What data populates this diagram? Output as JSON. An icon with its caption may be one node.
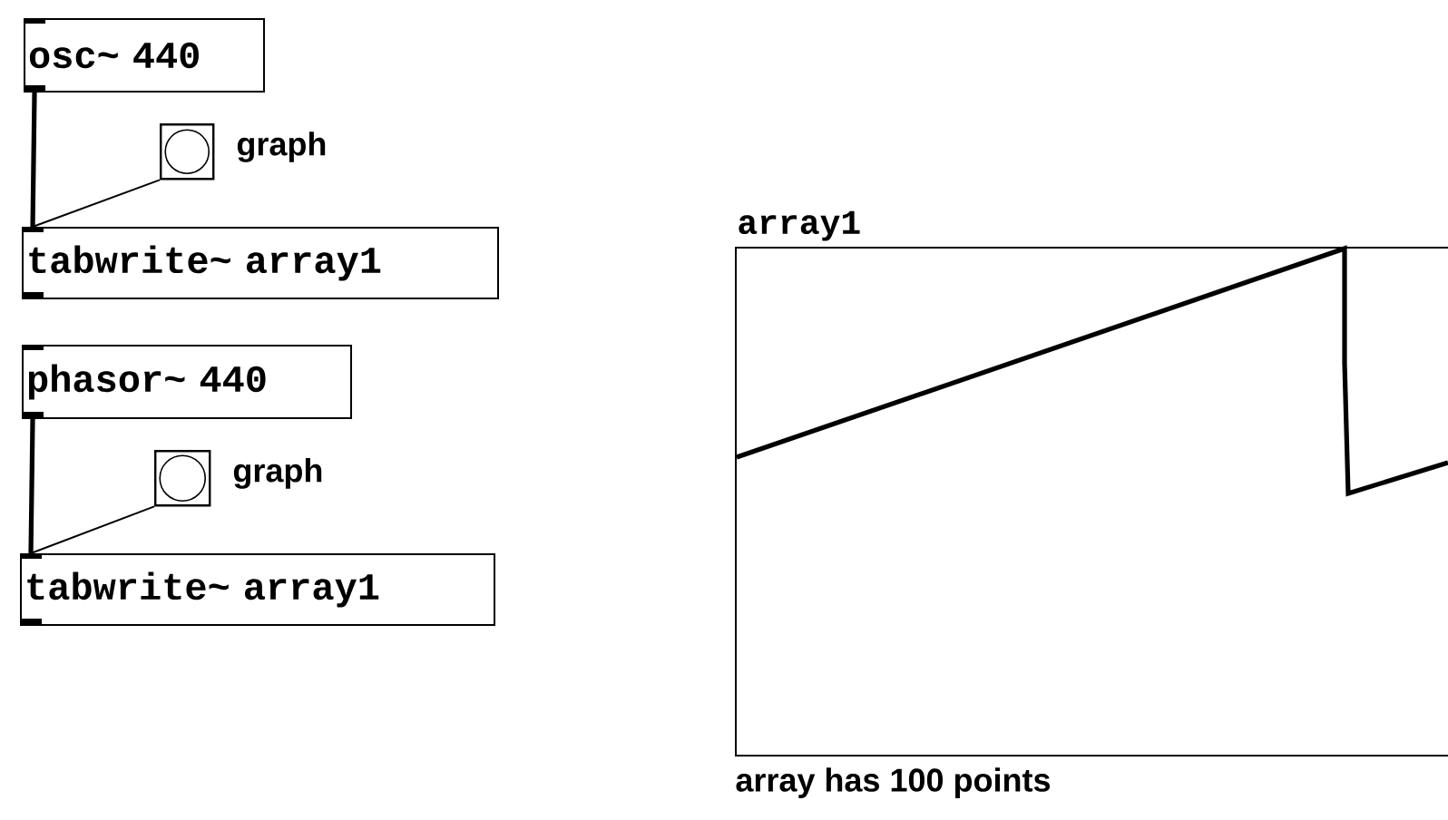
{
  "diagram": {
    "nodes": [
      {
        "text": [
          "osc~ 440"
        ]
      },
      {
        "text": [],
        "shape": "box",
        "beside": [
          "graph"
        ]
      },
      {
        "text": [
          "tabwrite~ array1"
        ]
      },
      {
        "text": [
          "phasor~ 440"
        ]
      },
      {
        "text": [],
        "shape": "box",
        "beside": [
          "graph"
        ]
      },
      {
        "text": [
          "tabwrite~ array1"
        ]
      },
      {
        "text": [
          "array1"
        ],
        "beside": [
          "array has 100 points"
        ]
      }
    ],
    "edges": [
      {
        "from": 0,
        "to": 2,
        "arrow": "none",
        "style": "thick"
      },
      {
        "from": 1,
        "to": 2,
        "arrow": "none"
      },
      {
        "from": 3,
        "to": 5,
        "arrow": "none",
        "style": "thick"
      },
      {
        "from": 4,
        "to": 5,
        "arrow": "none"
      }
    ]
  }
}
